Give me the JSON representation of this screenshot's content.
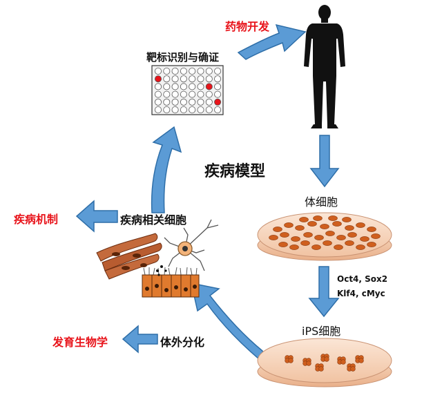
{
  "diagram": {
    "center_title": "疾病模型",
    "labels": {
      "drug_development": "药物开发",
      "target_identification": "靶标识别与确证",
      "somatic_cells": "体细胞",
      "reprogramming_factors_line1": "Oct4, Sox2",
      "reprogramming_factors_line2": "Klf4, cMyc",
      "ips_cells": "iPS细胞",
      "in_vitro_differentiation": "体外分化",
      "developmental_biology": "发育生物学",
      "disease_related_cells": "疾病相关细胞",
      "disease_mechanism": "疾病机制"
    },
    "colors": {
      "arrow_fill": "#5b9bd5",
      "arrow_stroke": "#2e6ea8",
      "highlight_red": "#e8141b",
      "dish_cells": "#cf5f1e",
      "dish_medium": "#f6d2b8",
      "well_dot": "#e8141b"
    },
    "icons": {
      "human_figure": "human-silhouette-icon",
      "well_plate": "well-plate-icon",
      "petri_dish_somatic": "petri-dish-icon",
      "petri_dish_ips": "petri-dish-icon",
      "muscle_cells": "muscle-cell-icon",
      "neuron": "neuron-icon",
      "epithelial_cells": "epithelial-cell-icon"
    }
  }
}
